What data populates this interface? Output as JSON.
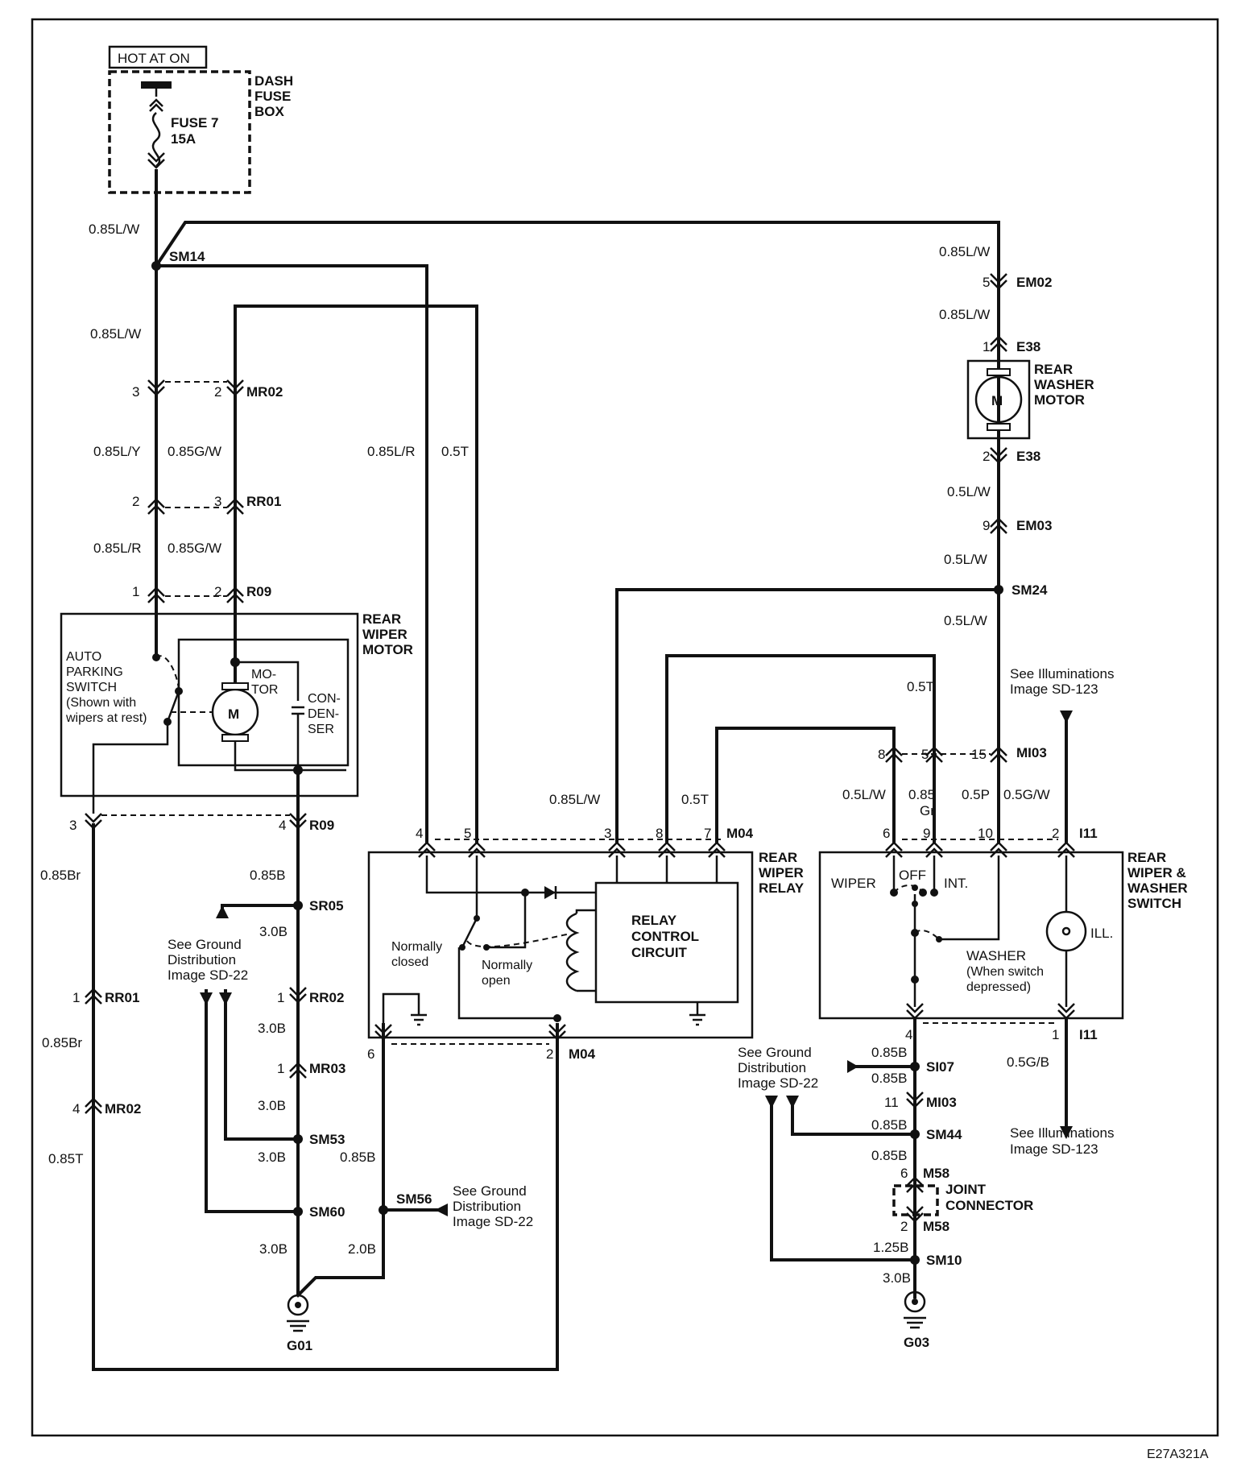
{
  "supply": {
    "hot_at_on": "HOT AT ON",
    "fuse_box": "DASH FUSE BOX",
    "fuse": "FUSE 7",
    "fuse_rating": "15A"
  },
  "components": {
    "rear_wiper_motor": "REAR WIPER MOTOR",
    "auto_parking_switch": [
      "AUTO",
      "PARKING",
      "SWITCH",
      "(Shown with",
      "wipers at rest)"
    ],
    "motor_label": [
      "MO-",
      "TOR"
    ],
    "condenser_label": [
      "CON-",
      "DEN-",
      "SER"
    ],
    "rear_wiper_relay": "REAR WIPER RELAY",
    "relay_control_circuit": [
      "RELAY",
      "CONTROL",
      "CIRCUIT"
    ],
    "normally_closed": [
      "Normally",
      "closed"
    ],
    "normally_open": [
      "Normally",
      "open"
    ],
    "rear_washer_motor": "REAR WASHER MOTOR",
    "switch": "REAR WIPER & WASHER SWITCH",
    "switch_positions": {
      "wiper": "WIPER",
      "off": "OFF",
      "int": "INT.",
      "ill": "ILL."
    },
    "washer_note": [
      "WASHER",
      "(When switch",
      "depressed)"
    ],
    "joint_connector": "JOINT CONNECTOR",
    "motor_symbol": "M"
  },
  "grounds": {
    "g01": "G01",
    "g03": "G03"
  },
  "references": {
    "ground_dist": [
      "See Ground",
      "Distribution",
      "Image SD-22"
    ],
    "ground_dist_alt": [
      "See Ground",
      "Distribution",
      "Image SD-22"
    ],
    "illum": [
      "See Illuminations",
      "Image  SD-123"
    ]
  },
  "connectors": {
    "SM14": "SM14",
    "MR02": "MR02",
    "RR01": "RR01",
    "R09": "R09",
    "SR05": "SR05",
    "RR02": "RR02",
    "MR03": "MR03",
    "SM53": "SM53",
    "SM60": "SM60",
    "SM56": "SM56",
    "M04": "M04",
    "EM02": "EM02",
    "E38": "E38",
    "EM03": "EM03",
    "SM24": "SM24",
    "MI03": "MI03",
    "I11": "I11",
    "SI07": "SI07",
    "SM44": "SM44",
    "M58": "M58",
    "SM10": "SM10"
  },
  "pins": {
    "p1": "1",
    "p2": "2",
    "p3": "3",
    "p4": "4",
    "p5": "5",
    "p6": "6",
    "p7": "7",
    "p8": "8",
    "p9": "9",
    "p10": "10",
    "p11": "11",
    "p15": "15"
  },
  "wires": {
    "w085LW": "0.85L/W",
    "w085LY": "0.85L/Y",
    "w085GW": "0.85G/W",
    "w085LR": "0.85L/R",
    "w05T": "0.5T",
    "w085Br": "0.85Br",
    "w085T": "0.85T",
    "w085B": "0.85B",
    "w30B": "3.0B",
    "w20B": "2.0B",
    "w05LW": "0.5L/W",
    "w085": "0.85",
    "wGr": "Gr",
    "w05P": "0.5P",
    "w05GW": "0.5G/W",
    "w05GB": "0.5G/B",
    "w125B": "1.25B"
  },
  "figure_code": "E27A321A"
}
